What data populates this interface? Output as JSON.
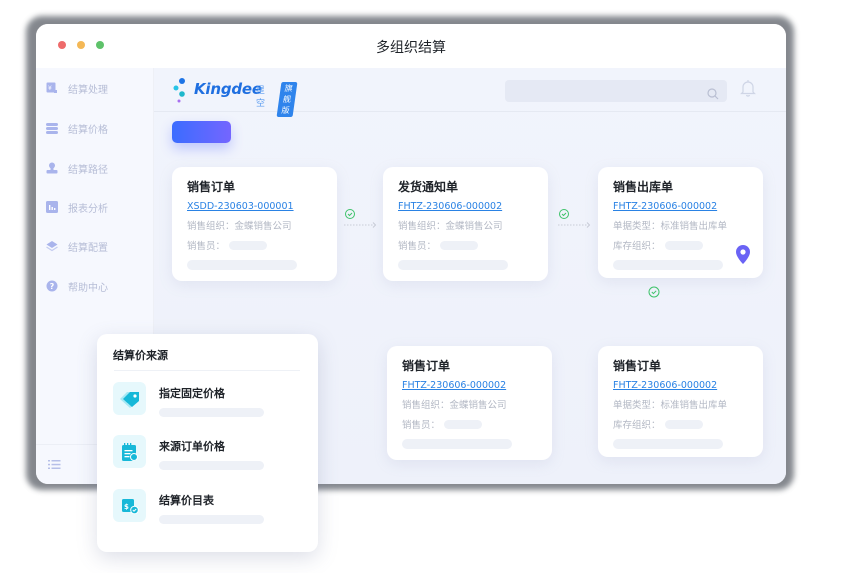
{
  "window": {
    "title": "多组织结算",
    "traffic_lights": [
      "#ee6b6b",
      "#f4b856",
      "#5ec26a"
    ]
  },
  "sidebar": {
    "items": [
      {
        "label": "结算处理",
        "icon": "settlement-process-icon"
      },
      {
        "label": "结算价格",
        "icon": "database-stack-icon"
      },
      {
        "label": "结算路径",
        "icon": "stamp-icon"
      },
      {
        "label": "报表分析",
        "icon": "bar-chart-icon"
      },
      {
        "label": "结算配置",
        "icon": "layers-icon"
      },
      {
        "label": "帮助中心",
        "icon": "help-circle-icon"
      }
    ],
    "bottom_icon": "list-icon"
  },
  "header": {
    "brand": "Kingdee",
    "product": "星空",
    "edition_badge": "旗舰版",
    "search_placeholder": "",
    "search_icon": "search-icon",
    "notification_icon": "bell-icon"
  },
  "toolbar": {
    "primary_button_label": ""
  },
  "flow": {
    "cards": [
      {
        "title": "销售订单",
        "code": "XSDD-230603-000001",
        "row1": "销售组织：金蝶销售公司",
        "row2": "销售员："
      },
      {
        "title": "发货通知单",
        "code": "FHTZ-230606-000002",
        "row1": "销售组织：金蝶销售公司",
        "row2": "销售员："
      },
      {
        "title": "销售出库单",
        "code": "FHTZ-230606-000002",
        "row1": "单据类型：标准销售出库单",
        "row2": "库存组织："
      },
      {
        "title": "销售订单",
        "code": "FHTZ-230606-000002",
        "row1": "销售组织：金蝶销售公司",
        "row2": "销售员："
      },
      {
        "title": "销售订单",
        "code": "FHTZ-230606-000002",
        "row1": "单据类型：标准销售出库单",
        "row2": "库存组织："
      }
    ],
    "status_color": "#3ec26a",
    "pin_color": "#6a63f5"
  },
  "price_source_panel": {
    "title": "结算价来源",
    "options": [
      {
        "label": "指定固定价格",
        "icon": "price-tag-icon"
      },
      {
        "label": "来源订单价格",
        "icon": "order-document-icon"
      },
      {
        "label": "结算价目表",
        "icon": "price-list-icon"
      }
    ]
  }
}
